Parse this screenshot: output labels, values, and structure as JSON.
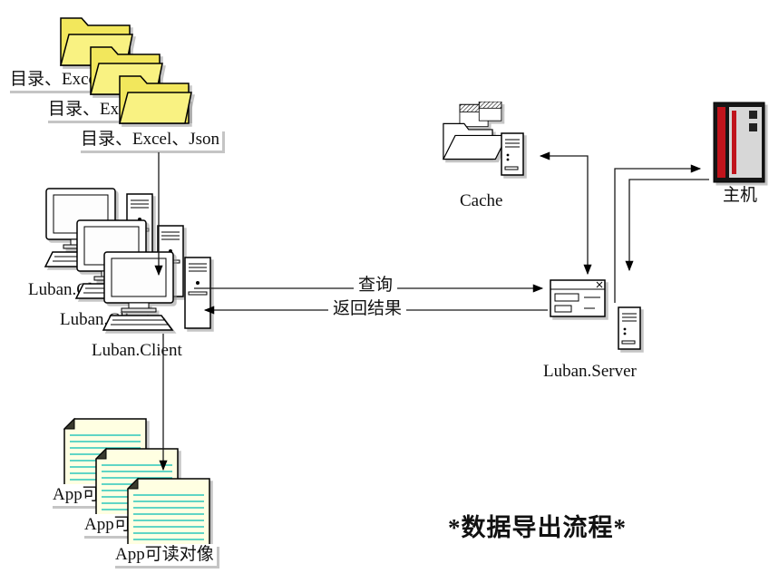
{
  "diagram_title": "*数据导出流程*",
  "nodes": {
    "source_folders": {
      "label": "目录、Excel、Json"
    },
    "client": {
      "label": "Luban.Client"
    },
    "cache": {
      "label": "Cache"
    },
    "host": {
      "label": "主机"
    },
    "server": {
      "label": "Luban.Server"
    },
    "app_objects": {
      "label": "App可读对像"
    }
  },
  "edges": {
    "query": {
      "label": "查询",
      "from": "Luban.Client",
      "to": "Luban.Server"
    },
    "result": {
      "label": "返回结果",
      "from": "Luban.Server",
      "to": "Luban.Client"
    },
    "folders_to_client": {
      "from": "目录、Excel、Json",
      "to": "Luban.Client"
    },
    "client_to_app": {
      "from": "Luban.Client",
      "to": "App可读对像"
    },
    "server_cache": {
      "from": "Luban.Server",
      "to": "Cache",
      "bidirectional": true
    },
    "server_to_host": {
      "from": "Luban.Server",
      "to": "主机"
    },
    "host_to_server": {
      "from": "主机",
      "to": "Luban.Server"
    }
  },
  "colors": {
    "folder_fill": "#f2e75c",
    "folder_fill_light": "#f9f282",
    "doc_fill": "#ffffe2",
    "doc_line": "#2cc7bb",
    "host_red": "#c0141c",
    "host_gray": "#d7d7d7"
  }
}
